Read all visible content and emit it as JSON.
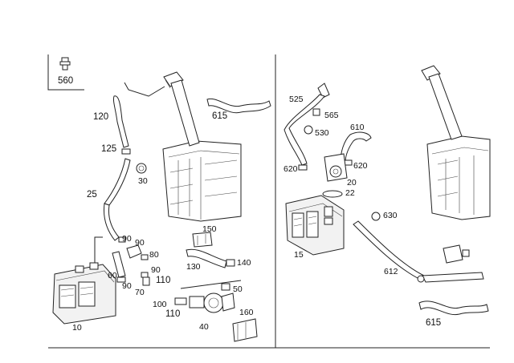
{
  "ref_box": {
    "label": "560"
  },
  "left_callouts": [
    {
      "id": "120",
      "text": "120"
    },
    {
      "id": "615",
      "text": "615"
    },
    {
      "id": "125",
      "text": "125"
    },
    {
      "id": "30",
      "text": "30"
    },
    {
      "id": "25",
      "text": "25"
    },
    {
      "id": "90a",
      "text": "90"
    },
    {
      "id": "90b",
      "text": "90"
    },
    {
      "id": "80",
      "text": "80"
    },
    {
      "id": "150",
      "text": "150"
    },
    {
      "id": "130",
      "text": "130"
    },
    {
      "id": "140",
      "text": "140"
    },
    {
      "id": "60",
      "text": "60"
    },
    {
      "id": "90c",
      "text": "90"
    },
    {
      "id": "90d",
      "text": "90"
    },
    {
      "id": "70",
      "text": "70"
    },
    {
      "id": "110a",
      "text": "110"
    },
    {
      "id": "50",
      "text": "50"
    },
    {
      "id": "100",
      "text": "100"
    },
    {
      "id": "110b",
      "text": "110"
    },
    {
      "id": "160",
      "text": "160"
    },
    {
      "id": "40",
      "text": "40"
    },
    {
      "id": "10",
      "text": "10"
    }
  ],
  "right_callouts": [
    {
      "id": "525",
      "text": "525"
    },
    {
      "id": "565",
      "text": "565"
    },
    {
      "id": "530",
      "text": "530"
    },
    {
      "id": "610",
      "text": "610"
    },
    {
      "id": "620a",
      "text": "620"
    },
    {
      "id": "620b",
      "text": "620"
    },
    {
      "id": "20",
      "text": "20"
    },
    {
      "id": "22",
      "text": "22"
    },
    {
      "id": "630",
      "text": "630"
    },
    {
      "id": "15",
      "text": "15"
    },
    {
      "id": "612",
      "text": "612"
    },
    {
      "id": "615r",
      "text": "615"
    }
  ]
}
